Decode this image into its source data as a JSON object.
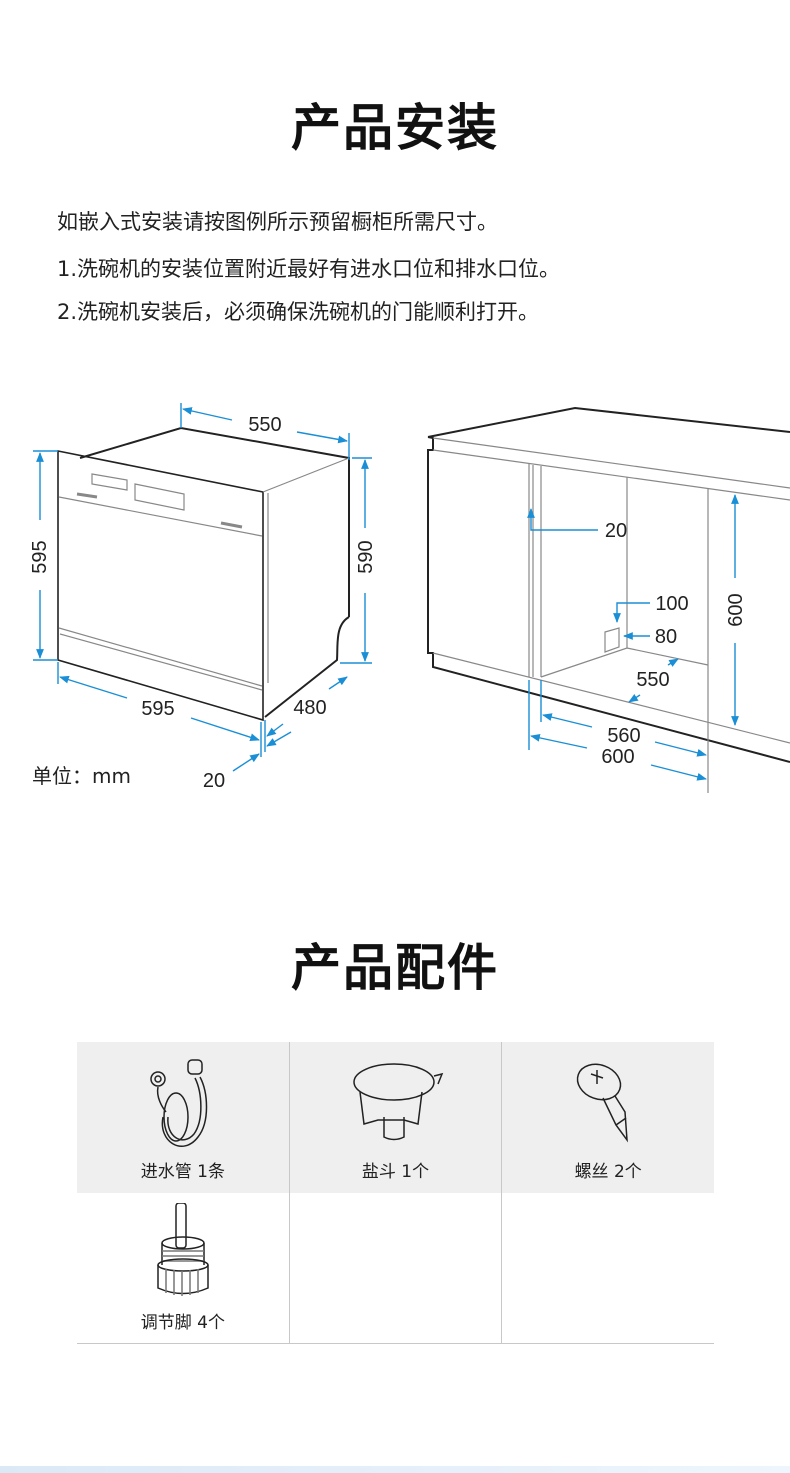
{
  "install": {
    "title": "产品安装",
    "lines": [
      "如嵌入式安装请按图例所示预留橱柜所需尺寸。",
      "1.洗碗机的安装位置附近最好有进水口位和排水口位。",
      "2.洗碗机安装后，必须确保洗碗机的门能顺利打开。"
    ],
    "unit_label": "单位：mm",
    "dishwasher_dims": {
      "depth_top": "550",
      "height_left": "595",
      "height_right": "590",
      "width": "595",
      "depth_side": "480",
      "door_gap": "20"
    },
    "cabinet_dims": {
      "side_gap": "20",
      "pipe_height": "100",
      "pipe_offset": "80",
      "depth": "550",
      "inner_width": "560",
      "outer_width": "600",
      "height": "600"
    }
  },
  "accessories": {
    "title": "产品配件",
    "items": [
      {
        "label": "进水管 1条",
        "icon": "inlet-hose-icon"
      },
      {
        "label": "盐斗 1个",
        "icon": "salt-funnel-icon"
      },
      {
        "label": "螺丝 2个",
        "icon": "screw-icon"
      },
      {
        "label": "调节脚 4个",
        "icon": "adjustable-foot-icon"
      }
    ]
  },
  "colors": {
    "dimension": "#1a8fd6",
    "table_header_bg": "#efefef"
  }
}
